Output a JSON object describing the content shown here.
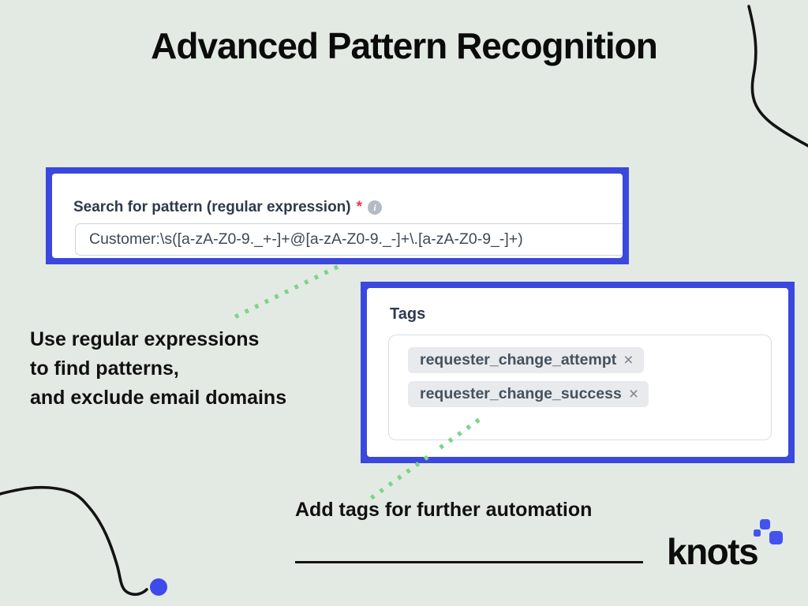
{
  "slide": {
    "title": "Advanced Pattern Recognition",
    "background_color": "#e3eae4",
    "accent_blue": "#3a48dd",
    "connector_green": "#7ed489",
    "dot_blue": "#3d4be8"
  },
  "pattern_card": {
    "label": "Search for pattern (regular expression)",
    "required_mark": "*",
    "info_icon_glyph": "i",
    "input_value": "Customer:\\s([a-zA-Z0-9._+-]+@[a-zA-Z0-9._-]+\\.[a-zA-Z0-9_-]+)"
  },
  "tags_card": {
    "label": "Tags",
    "tags": [
      {
        "label": "requester_change_attempt",
        "remove": "×"
      },
      {
        "label": "requester_change_success",
        "remove": "×"
      }
    ]
  },
  "callouts": {
    "left_line1": "Use regular expressions",
    "left_line2": "to find patterns,",
    "left_line3": "and exclude email domains",
    "bottom": "Add tags for further automation"
  },
  "logo": {
    "text": "knots"
  }
}
